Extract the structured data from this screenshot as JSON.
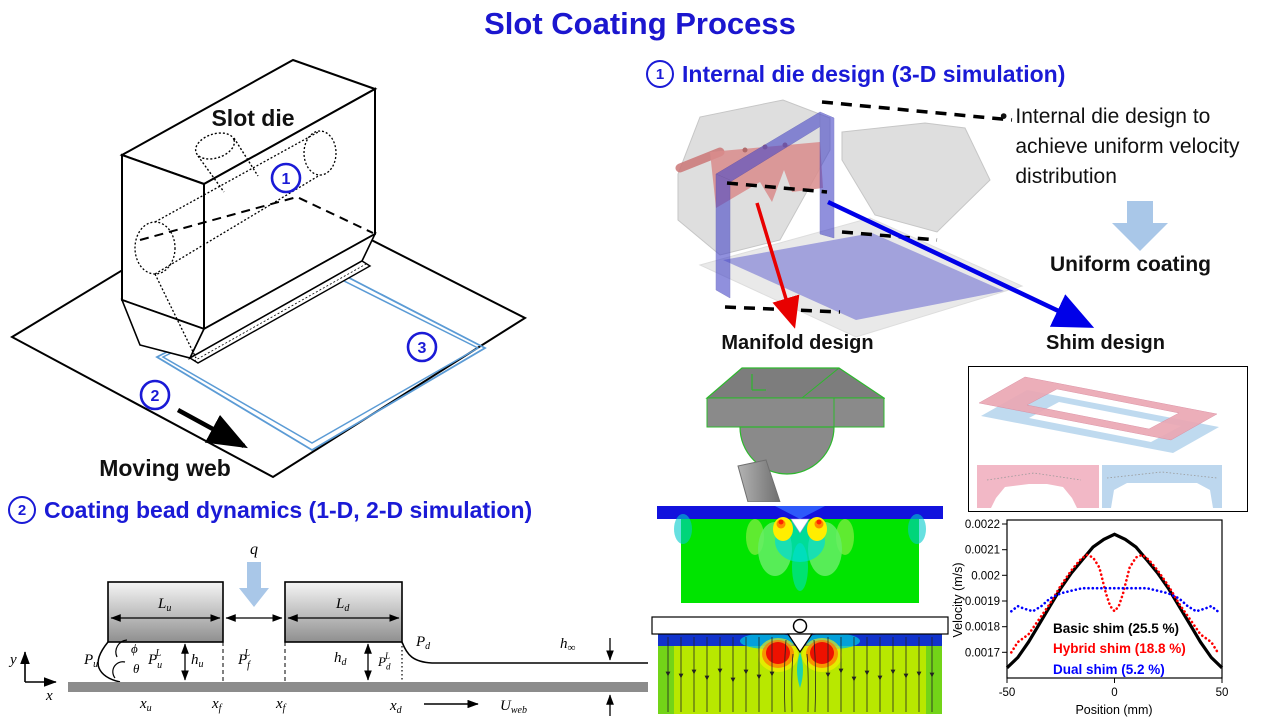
{
  "slide_title": "Slot Coating Process",
  "colors": {
    "accent_blue": "#1a1ad6",
    "title_blue": "#1b16cf",
    "light_blue_arrow": "#a9c7e8",
    "coating_outline": "#5b9bd5",
    "web_gray": "#8c8c8c"
  },
  "left_diagram": {
    "slot_die": "Slot die",
    "moving_web": "Moving web",
    "badges": [
      "1",
      "2",
      "3"
    ]
  },
  "section1": {
    "badge": "1",
    "heading": "Internal die design (3-D simulation)",
    "bullet_marker": "•",
    "bullet_text": "Internal die design to achieve uniform velocity distribution",
    "result": "Uniform coating",
    "manifold_caption": "Manifold design",
    "shim_caption": "Shim design"
  },
  "section2": {
    "badge": "2",
    "heading": "Coating bead dynamics (1-D, 2-D simulation)",
    "labels": {
      "q": [
        "q"
      ],
      "Lu": [
        "L",
        "u"
      ],
      "Ld": [
        "L",
        "d"
      ],
      "Pu": [
        "P",
        "u"
      ],
      "phi": [
        "ϕ"
      ],
      "theta": [
        "θ"
      ],
      "PuL": [
        "P",
        "u",
        "L"
      ],
      "hu": [
        "h",
        "u"
      ],
      "PfL": [
        "P",
        "f",
        "L"
      ],
      "hd": [
        "h",
        "d"
      ],
      "PdL": [
        "P",
        "d",
        "L"
      ],
      "Pd": [
        "P",
        "d"
      ],
      "hinf": [
        "h",
        "∞"
      ],
      "xu": [
        "x",
        "u"
      ],
      "xf1": [
        "x",
        "f"
      ],
      "xf2": [
        "x",
        "f"
      ],
      "xd": [
        "x",
        "d"
      ],
      "Uweb": [
        "U",
        "web"
      ],
      "x": [
        "x"
      ],
      "y": [
        "y"
      ]
    }
  },
  "chart_data": {
    "type": "line",
    "xlabel": "Position (mm)",
    "ylabel": "Velocity (m/s)",
    "xlim": [
      -50,
      50
    ],
    "ylim": [
      0.0016,
      0.0022
    ],
    "xtick_labels": [
      "-50",
      "0",
      "50"
    ],
    "xtick_values": [
      -50,
      0,
      50
    ],
    "ytick_labels": [
      "0.0022",
      "0.0021",
      "0.002",
      "0.0019",
      "0.0018",
      "0.0017"
    ],
    "ytick_values": [
      0.0022,
      0.0021,
      0.002,
      0.0019,
      0.0018,
      0.0017
    ],
    "grid": false,
    "legend_position": "inside-bottom-center",
    "series": [
      {
        "name": "Basic shim (25.5 %)",
        "color": "#000000",
        "style": "solid",
        "x": [
          -50,
          -45,
          -40,
          -35,
          -30,
          -25,
          -20,
          -15,
          -10,
          -5,
          0,
          5,
          10,
          15,
          20,
          25,
          30,
          35,
          40,
          45,
          50
        ],
        "y": [
          0.00164,
          0.00168,
          0.00174,
          0.00181,
          0.00188,
          0.00195,
          0.00201,
          0.00206,
          0.00211,
          0.00214,
          0.00216,
          0.00214,
          0.00211,
          0.00206,
          0.00201,
          0.00195,
          0.00188,
          0.00181,
          0.00174,
          0.00168,
          0.00164
        ]
      },
      {
        "name": "Hybrid shim (18.8 %)",
        "color": "#ff0000",
        "style": "dotted",
        "x": [
          -48,
          -45,
          -40,
          -35,
          -30,
          -25,
          -20,
          -16,
          -13,
          -10,
          -7,
          -4,
          -2,
          0,
          2,
          4,
          7,
          10,
          13,
          16,
          20,
          25,
          30,
          35,
          40,
          45,
          48
        ],
        "y": [
          0.0017,
          0.00174,
          0.00177,
          0.00183,
          0.00189,
          0.00196,
          0.00202,
          0.00206,
          0.00208,
          0.00207,
          0.00203,
          0.00193,
          0.00188,
          0.00186,
          0.00188,
          0.00193,
          0.00203,
          0.00207,
          0.00208,
          0.00206,
          0.00202,
          0.00196,
          0.00189,
          0.00183,
          0.00177,
          0.00174,
          0.0017
        ]
      },
      {
        "name": "Dual shim (5.2 %)",
        "color": "#0000ff",
        "style": "dotted",
        "x": [
          -48,
          -45,
          -42,
          -38,
          -34,
          -30,
          -25,
          -20,
          -15,
          -10,
          -5,
          0,
          5,
          10,
          15,
          20,
          25,
          30,
          34,
          38,
          42,
          45,
          48
        ],
        "y": [
          0.00186,
          0.00188,
          0.00187,
          0.00186,
          0.00188,
          0.00191,
          0.00193,
          0.00194,
          0.00195,
          0.00195,
          0.00195,
          0.00195,
          0.00195,
          0.00195,
          0.00195,
          0.00194,
          0.00193,
          0.00191,
          0.00188,
          0.00186,
          0.00187,
          0.00188,
          0.00186
        ]
      }
    ]
  }
}
